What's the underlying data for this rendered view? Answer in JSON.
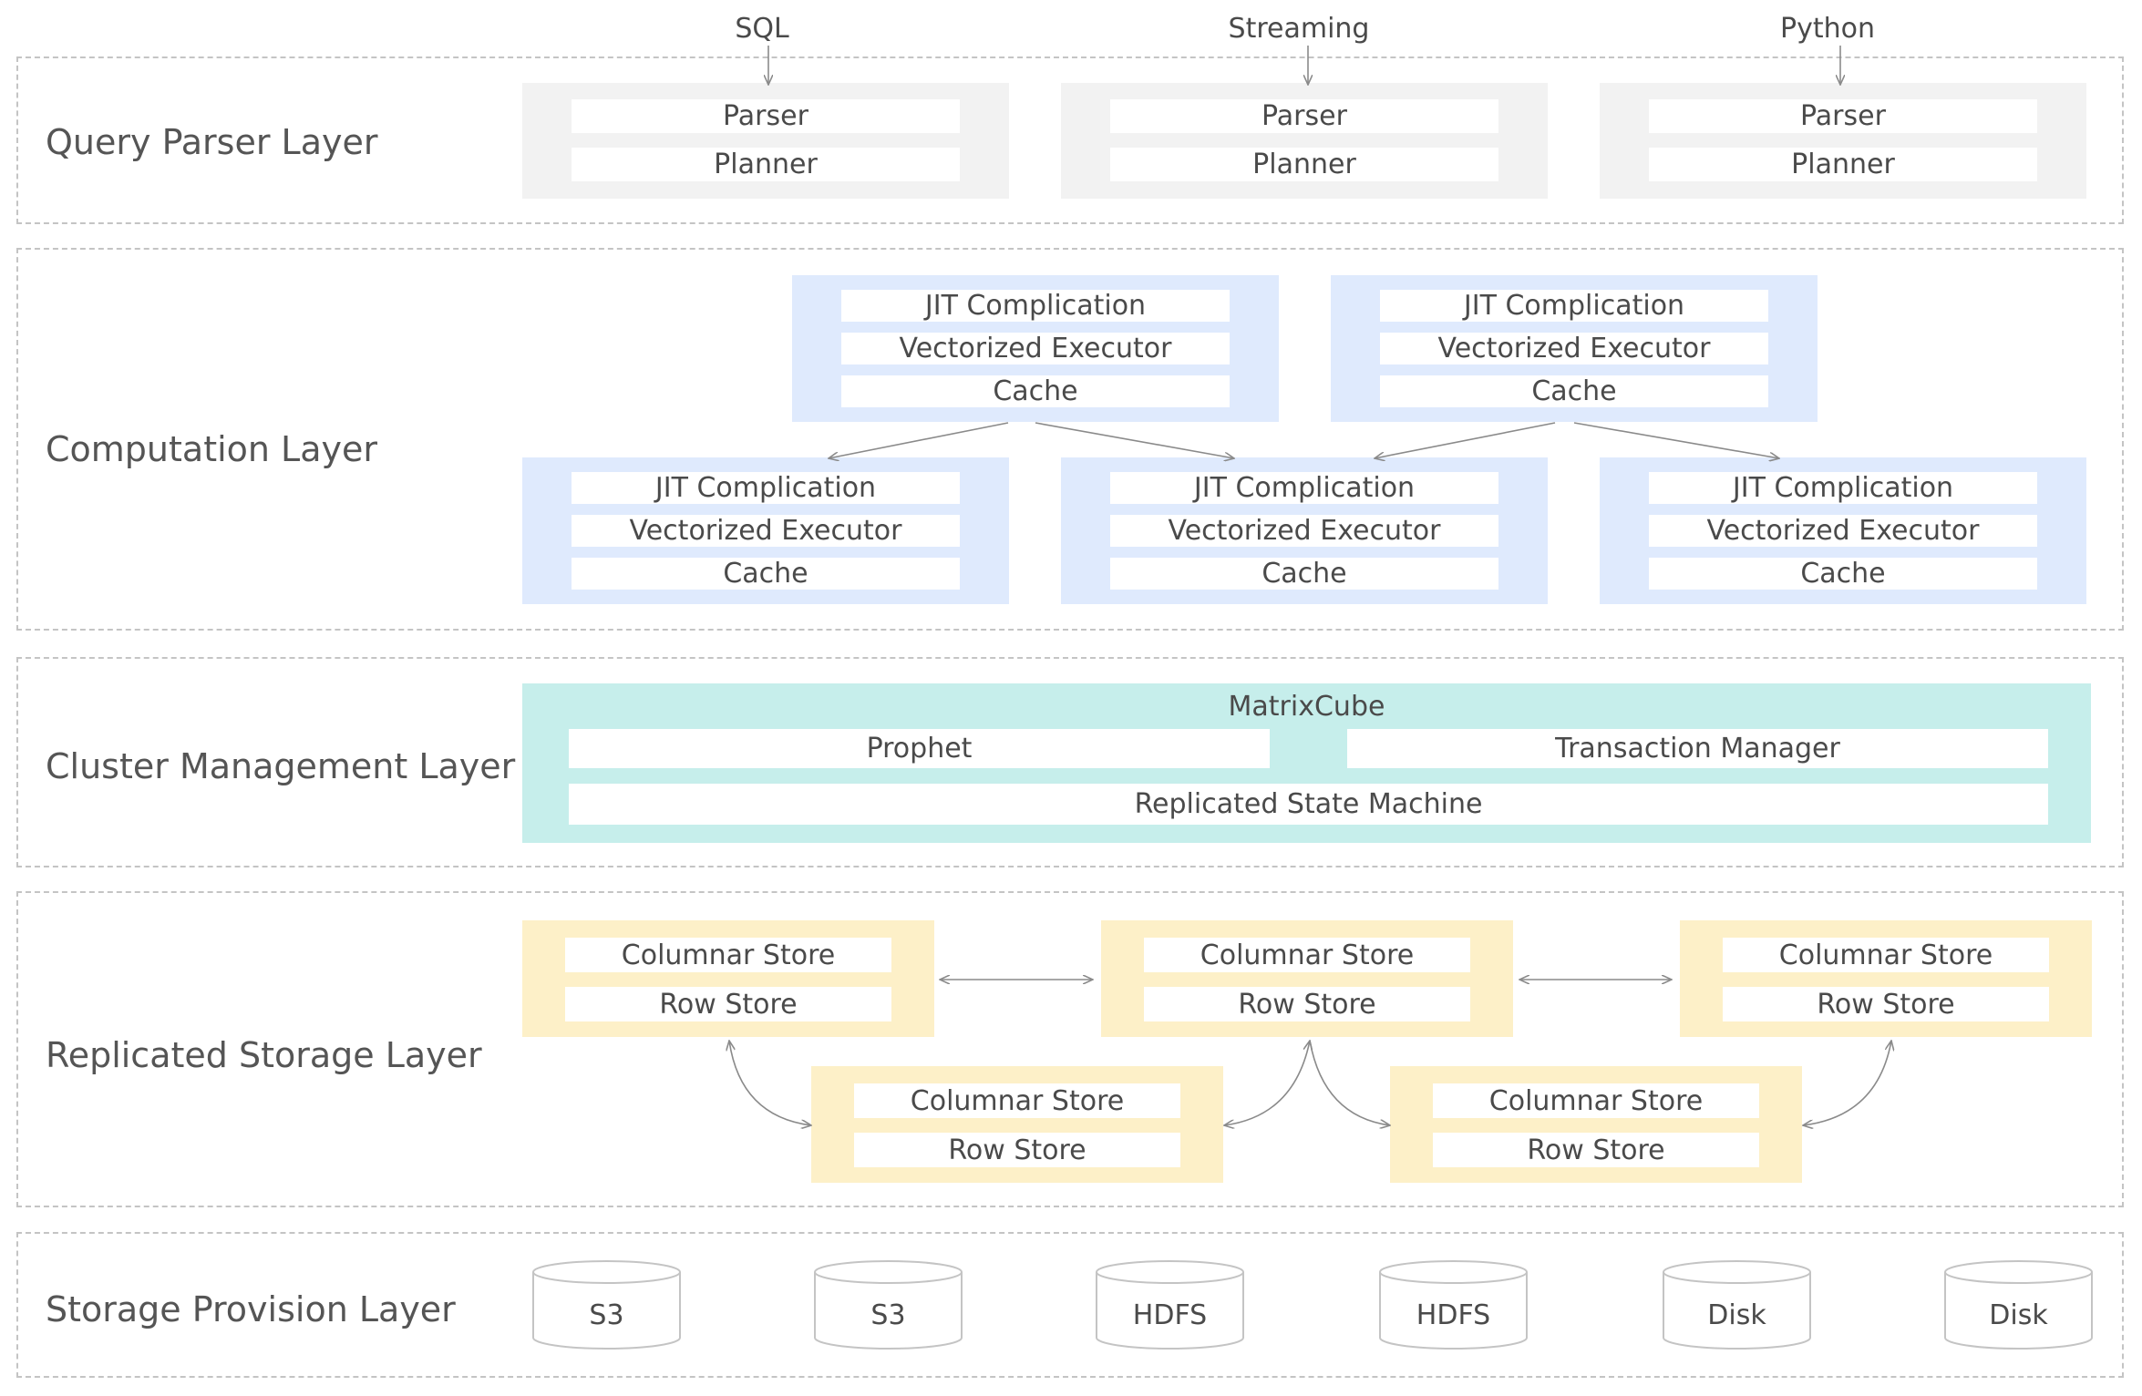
{
  "inputs": [
    "SQL",
    "Streaming",
    "Python"
  ],
  "layers": {
    "query_parser": "Query Parser Layer",
    "computation": "Computation Layer",
    "cluster_management": "Cluster Management Layer",
    "replicated_storage": "Replicated Storage Layer",
    "storage_provision": "Storage Provision Layer"
  },
  "parser_stack": {
    "parser": "Parser",
    "planner": "Planner"
  },
  "compute_stack": {
    "jit": "JIT Complication",
    "executor": "Vectorized Executor",
    "cache": "Cache"
  },
  "matrixcube": {
    "title": "MatrixCube",
    "prophet": "Prophet",
    "transaction_manager": "Transaction Manager",
    "state_machine": "Replicated State Machine"
  },
  "store_stack": {
    "columnar": "Columnar Store",
    "row": "Row Store"
  },
  "storage_provisions": [
    "S3",
    "S3",
    "HDFS",
    "HDFS",
    "Disk",
    "Disk"
  ],
  "colors": {
    "parser_box": "#f2f2f2",
    "compute_box": "#dfeafd",
    "cluster_box": "#c6eeeb",
    "store_box": "#fdf0c8",
    "dashed_border": "#c4c4c4"
  }
}
